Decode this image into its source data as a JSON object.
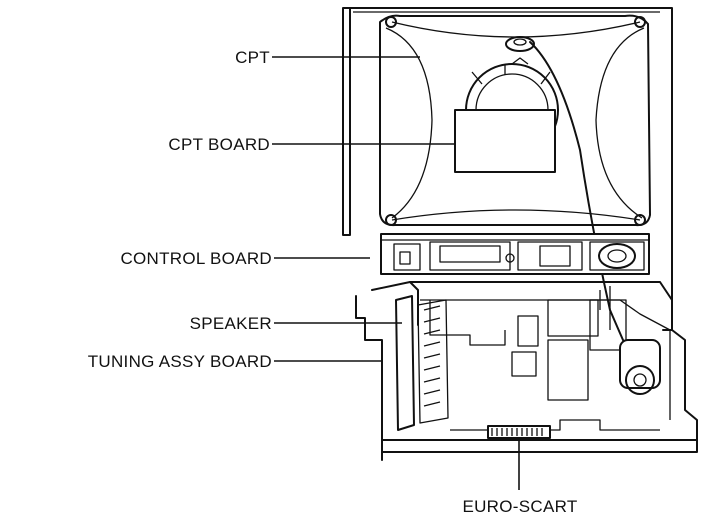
{
  "diagram": {
    "labels": {
      "cpt": "CPT",
      "cpt_board": "CPT BOARD",
      "control_board": "CONTROL BOARD",
      "speaker": "SPEAKER",
      "tuning_assy_board": "TUNING ASSY BOARD",
      "euro_scart": "EURO-SCART"
    }
  }
}
